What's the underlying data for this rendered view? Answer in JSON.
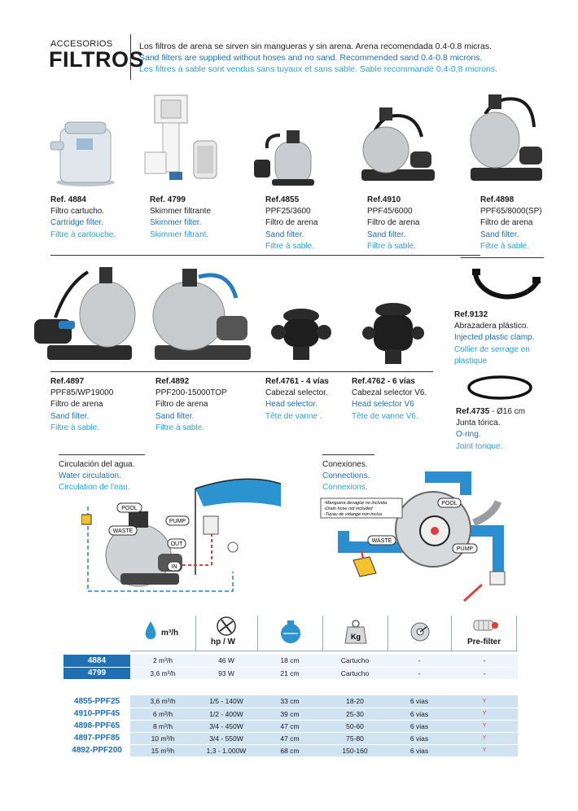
{
  "header": {
    "small": "ACCESORIOS",
    "big": "FILTROS",
    "line_es": "Los filtros de arena se sirven sin mangueras y sin arena. Arena recomendada 0.4-0.8 micras.",
    "line_en": "Sand filters are supplied without hoses and no sand. Recommended sand 0.4-0.8 microns.",
    "line_fr": "Les filtres à sable sont vendus sans tuyaux et sans sable. Sable recommandé 0,4-0,8 microns."
  },
  "products_row1": [
    {
      "ref": "Ref. 4884",
      "l1": "Filtro cartucho.",
      "l2": "Cartridge filter.",
      "l3": "Filtre à cartouche."
    },
    {
      "ref": "Ref. 4799",
      "l1": "Skimmer filtrante",
      "l2": "Skimmer filter.",
      "l3": "Skimmer filtrant."
    },
    {
      "ref": "Ref.4855",
      "l0": "PPF25/3600",
      "l1": "Filtro de arena",
      "l2": "Sand filter.",
      "l3": "Filtre à sable."
    },
    {
      "ref": "Ref.4910",
      "l0": "PPF45/6000",
      "l1": "Filtro de arena",
      "l2": "Sand filter.",
      "l3": "Filtre à sable."
    },
    {
      "ref": "Ref.4898",
      "l0": "PPF65/8000(SP)",
      "l1": "Filtro de arena",
      "l2": "Sand filter.",
      "l3": "Filtre à sable."
    }
  ],
  "products_row2": [
    {
      "ref": "Ref.4897",
      "l0": "PPF85/WP19000",
      "l1": "Filtro de arena",
      "l2": "Sand filter.",
      "l3": "Filtre à sable."
    },
    {
      "ref": "Ref.4892",
      "l0": "PPF200-15000TOP",
      "l1": "Filtro de arena",
      "l2": "Sand filter.",
      "l3": "Filtre à sable."
    },
    {
      "ref": "Ref.4761 - 4 vías",
      "l1": "Cabezal selector.",
      "l2": "Head selector.",
      "l3": "Tête de vanne ."
    },
    {
      "ref": "Ref.4762 - 6 vías",
      "l1": "Cabezal selector V6.",
      "l2": "Head selector V6",
      "l3": "Tête de vanne V6."
    }
  ],
  "clamp": {
    "ref": "Ref.9132",
    "l1": "Abrazadera plástico.",
    "l2": "Injected plastic clamp.",
    "l3": "Collier de serrage en",
    "l4": "plastique"
  },
  "oring": {
    "ref": "Ref.4735",
    "ref_extra": " - Ø16 cm",
    "l1": "Junta tórica.",
    "l2": "O-ring.",
    "l3": "Joint torique."
  },
  "circulation": {
    "es": "Circulación del agua.",
    "en": "Water circulation.",
    "fr": "Circulation de l'eau.",
    "labels": {
      "pool": "POOL",
      "pump": "PUMP",
      "waste": "WASTE",
      "out": "OUT",
      "in": "IN"
    }
  },
  "connections": {
    "es": "Conexiones.",
    "en": "Connections.",
    "fr": "Connexions.",
    "note1": "-Manguera desagüe no incluida",
    "note2": "-Drain hose not included",
    "note3": "-Tuyau de vidange non inclus",
    "labels": {
      "pool": "POOL",
      "waste": "WASTE",
      "pump": "PUMP"
    }
  },
  "table": {
    "headers": {
      "flow": "m³/h",
      "power": "hp / W",
      "weight": "Kg",
      "prefilter": "Pre-filter"
    },
    "groupA": [
      {
        "code": "4884",
        "flow": "2 m³/h",
        "power": "46 W",
        "dia": "18 cm",
        "sand": "Cartucho",
        "valve": "-",
        "pre": "-"
      },
      {
        "code": "4799",
        "flow": "3,6 m³/h",
        "power": "93 W",
        "dia": "21 cm",
        "sand": "Cartucho",
        "valve": "-",
        "pre": "-"
      }
    ],
    "groupB": [
      {
        "code": "4855-PPF25",
        "flow": "3,6 m³/h",
        "power": "1/5 - 140W",
        "dia": "33 cm",
        "sand": "18-20",
        "valve": "6 vias",
        "pre": "Y"
      },
      {
        "code": "4910-PPF45",
        "flow": "6 m³/h",
        "power": "1/2 - 400W",
        "dia": "39 cm",
        "sand": "25-30",
        "valve": "6 vias",
        "pre": "Y"
      },
      {
        "code": "4898-PPF65",
        "flow": "8 m³/h",
        "power": "3/4 - 450W",
        "dia": "47 cm",
        "sand": "50-60",
        "valve": "6 vias",
        "pre": "Y"
      },
      {
        "code": "4897-PPF85",
        "flow": "10 m³/h",
        "power": "3/4 - 550W",
        "dia": "47 cm",
        "sand": "75-80",
        "valve": "6 vias",
        "pre": "Y"
      },
      {
        "code": "4892-PPF200",
        "flow": "15 m³/h",
        "power": "1,3 - 1.000W",
        "dia": "68 cm",
        "sand": "150-160",
        "valve": "6 vias",
        "pre": "Y"
      }
    ]
  },
  "colors": {
    "blue": "#1f6fb3",
    "cyan": "#2aa3d6",
    "row_light": "#eef4fb",
    "row_mid": "#cfe3f3",
    "yes": "#e23b3b"
  }
}
